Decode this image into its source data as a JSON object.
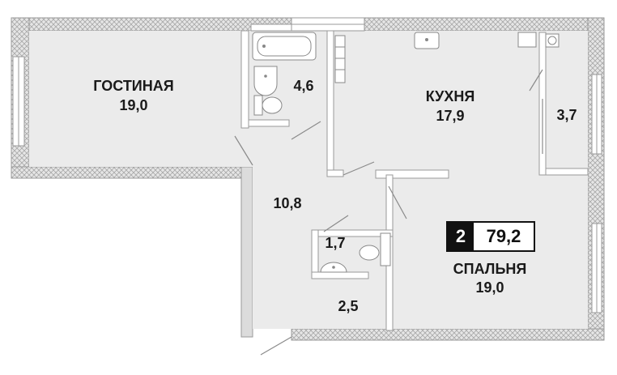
{
  "rooms": {
    "living": {
      "name": "ГОСТИНАЯ",
      "area": "19,0"
    },
    "bath": {
      "area": "4,6"
    },
    "kitchen": {
      "name": "КУХНЯ",
      "area": "17,9"
    },
    "balcony": {
      "area": "3,7"
    },
    "hall": {
      "area": "10,8"
    },
    "wc": {
      "area": "1,7"
    },
    "corridor": {
      "area": "2,5"
    },
    "bedroom": {
      "name": "СПАЛЬНЯ",
      "area": "19,0"
    }
  },
  "badge": {
    "rooms": "2",
    "total_area": "79,2"
  },
  "colors": {
    "wall": "#d9d9d9",
    "wall_edge": "#9a9a9a",
    "floor": "#ebebeb",
    "hatch": "#bdbdbd",
    "text": "#1a1a1a"
  }
}
